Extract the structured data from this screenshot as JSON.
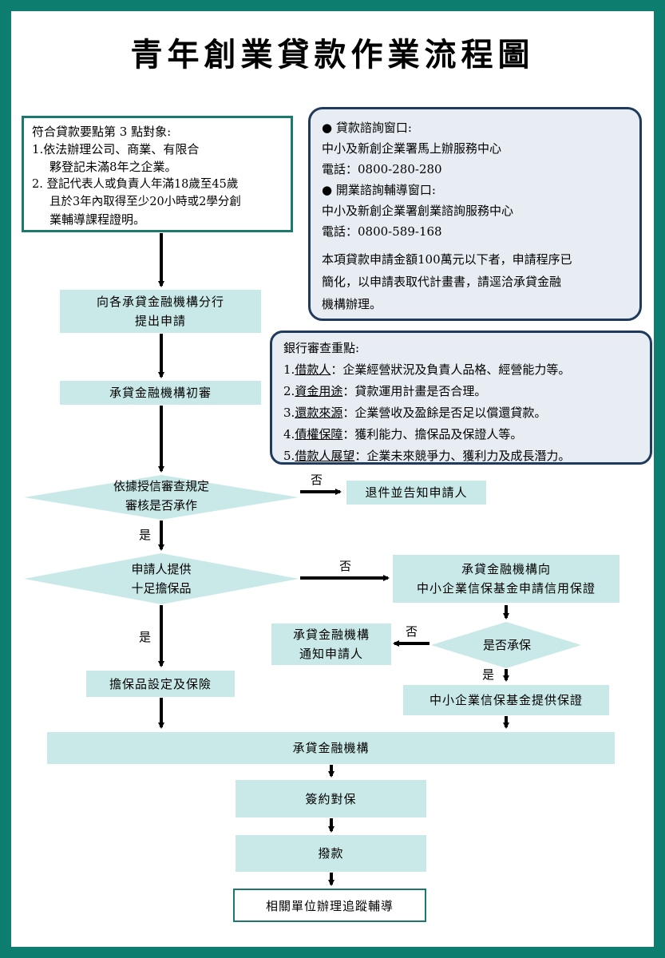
{
  "title": "青年創業貸款作業流程圖",
  "eligibility": {
    "heading": "符合貸款要點第 3 點對象:",
    "item1_a": "1.依法辦理公司、商業、有限合",
    "item1_b": "夥登記未滿8年之企業。",
    "item2_a": "2. 登記代表人或負責人年滿18歲至45歲",
    "item2_b": "且於3年內取得至少20小時或2學分創",
    "item2_c": "業輔導課程證明。"
  },
  "consult": {
    "window1_title": "● 貸款諮詢窗口:",
    "window1_org": "中小及新創企業署馬上辦服務中心",
    "window1_phone": "電話：0800-280-280",
    "window2_title": "● 開業諮詢輔導窗口:",
    "window2_org": "中小及新創企業署創業諮詢服務中心",
    "window2_phone": "電話：0800-589-168",
    "note_1": "本項貸款申請金額100萬元以下者，申請程序已",
    "note_2": "簡化，以申請表取代計畫書，請逕洽承貸金融",
    "note_3": "機構辦理。"
  },
  "review": {
    "heading": "銀行審查重點:",
    "items": [
      {
        "num": "1.",
        "key": "借款人",
        "desc": "：企業經營狀況及負責人品格、經營能力等。"
      },
      {
        "num": "2.",
        "key": "資金用途",
        "desc": "：貸款運用計畫是否合理。"
      },
      {
        "num": "3.",
        "key": "還款來源",
        "desc": "：企業營收及盈餘是否足以償還貸款。"
      },
      {
        "num": "4.",
        "key": "債權保障",
        "desc": "：獲利能力、擔保品及保證人等。"
      },
      {
        "num": "5.",
        "key": "借款人展望",
        "desc": "：企業未來競爭力、獲利力及成長潛力。"
      }
    ]
  },
  "flow": {
    "apply_1": "向各承貸金融機構分行",
    "apply_2": "提出申請",
    "initial_review": "承貸金融機構初審",
    "decision1_1": "依據授信審查規定",
    "decision1_2": "審核是否承作",
    "decision1_no_label": "否",
    "reject": "退件並告知申請人",
    "decision1_yes_label": "是",
    "decision2_1": "申請人提供",
    "decision2_2": "十足擔保品",
    "decision2_no_label": "否",
    "guarantee_apply_1": "承貸金融機構向",
    "guarantee_apply_2": "中小企業信保基金申請信用保證",
    "decision3": "是否承保",
    "decision3_no_label": "否",
    "notify_1": "承貸金融機構",
    "notify_2": "通知申請人",
    "decision3_yes_label": "是",
    "guarantee_provided": "中小企業信保基金提供保證",
    "decision2_yes_label": "是",
    "collateral": "擔保品設定及保險",
    "lender": "承貸金融機構",
    "sign": "簽約對保",
    "disburse": "撥款",
    "followup": "相關單位辦理追蹤輔導"
  },
  "colors": {
    "frame": "#0d7d6f",
    "box_fill": "#c9e9e9",
    "panel_fill": "#e8edf4",
    "panel_border": "#1f3a5a"
  }
}
